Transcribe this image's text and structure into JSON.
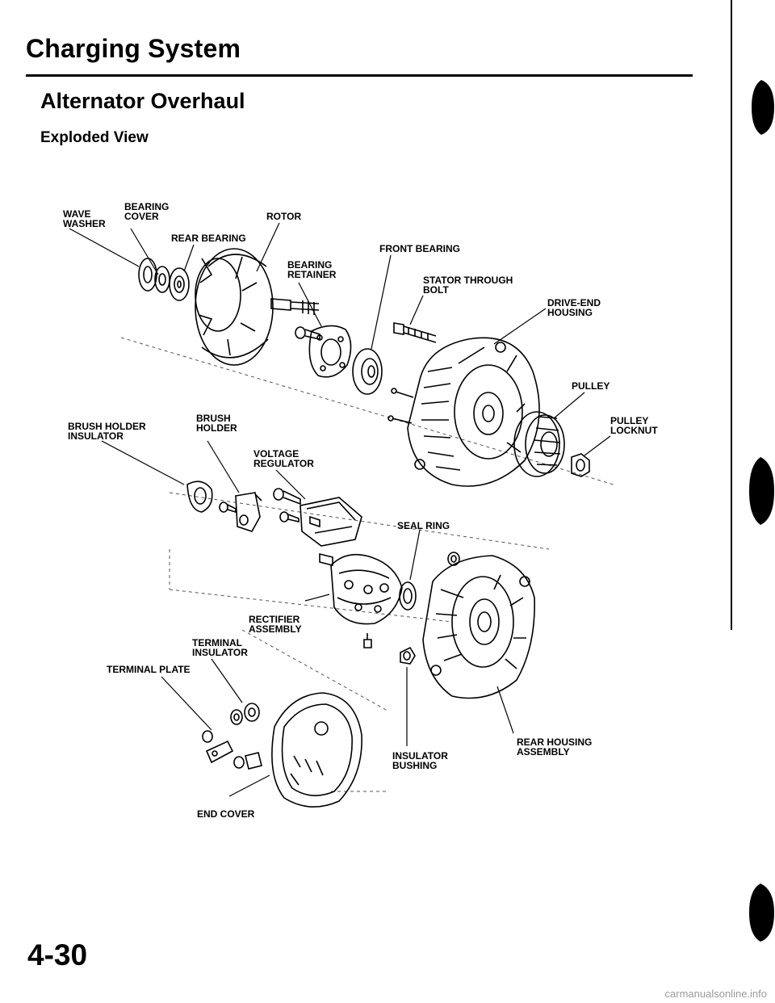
{
  "page": {
    "title": "Charging System",
    "section": "Alternator Overhaul",
    "subsection": "Exploded View",
    "page_number": "4-30",
    "watermark": "carmanualsonline.info"
  },
  "labels": {
    "wave_washer": "WAVE\nWASHER",
    "bearing_cover": "BEARING\nCOVER",
    "rotor": "ROTOR",
    "rear_bearing": "REAR BEARING",
    "front_bearing": "FRONT BEARING",
    "bearing_retainer": "BEARING\nRETAINER",
    "stator_through_bolt": "STATOR THROUGH\nBOLT",
    "drive_end_housing": "DRIVE-END\nHOUSING",
    "pulley": "PULLEY",
    "pulley_locknut": "PULLEY\nLOCKNUT",
    "brush_holder_insulator": "BRUSH HOLDER\nINSULATOR",
    "brush_holder": "BRUSH\nHOLDER",
    "voltage_regulator": "VOLTAGE\nREGULATOR",
    "seal_ring": "SEAL RING",
    "rectifier_assembly": "RECTIFIER\nASSEMBLY",
    "terminal_insulator": "TERMINAL\nINSULATOR",
    "terminal_plate": "TERMINAL PLATE",
    "rear_housing_assembly": "REAR HOUSING\nASSEMBLY",
    "insulator_bushing": "INSULATOR\nBUSHING",
    "end_cover": "END COVER"
  }
}
